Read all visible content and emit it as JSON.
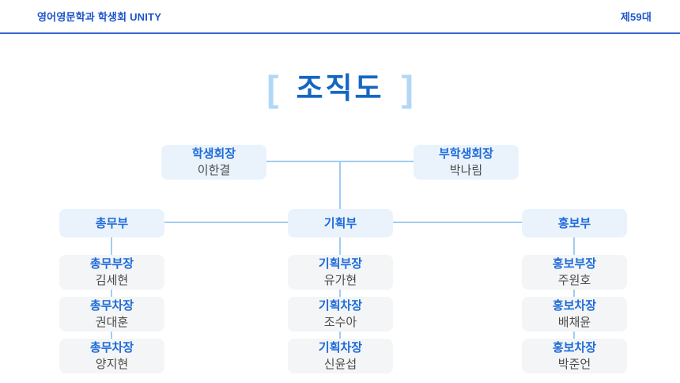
{
  "header": {
    "org_title": "영어영문학과 학생회 UNITY",
    "term": "제59대"
  },
  "title": {
    "bracket_left": "[",
    "text": "조직도",
    "bracket_right": "]"
  },
  "chart": {
    "leadership": [
      {
        "role": "학생회장",
        "name": "이한결"
      },
      {
        "role": "부학생회장",
        "name": "박나림"
      }
    ],
    "departments": [
      {
        "label": "총무부",
        "members": [
          {
            "role": "총무부장",
            "name": "김세현"
          },
          {
            "role": "총무차장",
            "name": "권대훈"
          },
          {
            "role": "총무차장",
            "name": "양지현"
          }
        ]
      },
      {
        "label": "기획부",
        "members": [
          {
            "role": "기획부장",
            "name": "유가현"
          },
          {
            "role": "기획차장",
            "name": "조수아"
          },
          {
            "role": "기획차장",
            "name": "신윤섭"
          }
        ]
      },
      {
        "label": "홍보부",
        "members": [
          {
            "role": "홍보부장",
            "name": "주원호"
          },
          {
            "role": "홍보차장",
            "name": "배채윤"
          },
          {
            "role": "홍보차장",
            "name": "박준언"
          }
        ]
      }
    ]
  },
  "colors": {
    "header_text": "#1D55CB",
    "header_rule": "#3566D0",
    "title_text": "#1566C2",
    "title_bracket": "#B3D8F6",
    "box_blue_bg": "#EAF3FC",
    "box_gray_bg": "#F3F5F6",
    "role_text": "#1F6BD8",
    "name_text": "#4A4A4A",
    "connector": "#A2CCF0"
  }
}
